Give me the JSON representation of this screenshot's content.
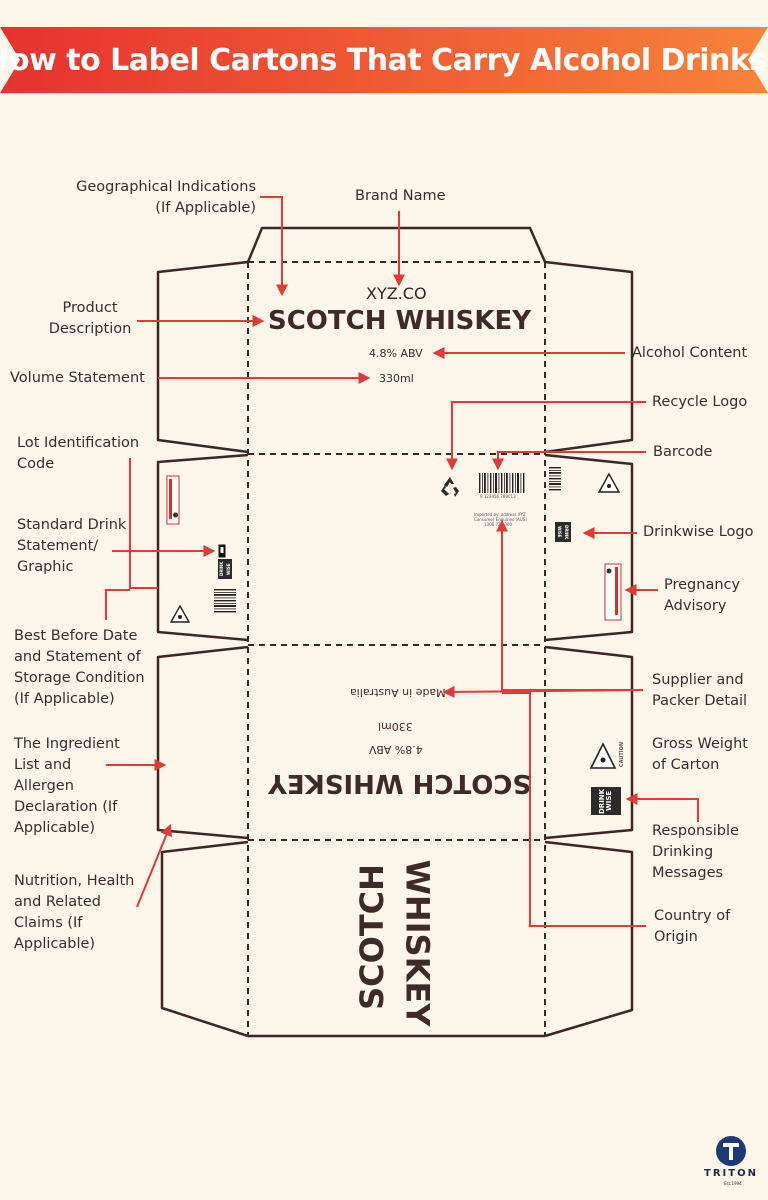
{
  "title": "How to Label Cartons That Carry Alcohol Drinks?",
  "colors": {
    "accent_red": "#e03a3a",
    "banner_orange": "#f47a3c",
    "outline_brown": "#3d2626",
    "background": "#fbf5ea"
  },
  "carton": {
    "brand": "XYZ.CO",
    "product": "SCOTCH WHISKEY",
    "abv": "4.8% ABV",
    "volume": "330ml",
    "made_in": "Made in Australia",
    "side_word_1": "SCOTCH",
    "side_word_2": "WHISKEY",
    "drinkwise": "DRINK WISE",
    "caution": "CAUTION",
    "importer": "Imported by: address XYZ",
    "importer_line2": "Consumer Enquiries (AUS)",
    "importer_line3": "1300 721 300",
    "barcode_digits": "9 123456 789013"
  },
  "labels": {
    "geo_1": "Geographical Indications",
    "geo_2": "(If Applicable)",
    "brand_name": "Brand Name",
    "product_1": "Product",
    "product_2": "Description",
    "alcohol_content": "Alcohol Content",
    "volume_statement": "Volume Statement",
    "recycle_logo": "Recycle Logo",
    "lot_1": "Lot Identification",
    "lot_2": "Code",
    "barcode": "Barcode",
    "std_1": "Standard Drink",
    "std_2": "Statement/",
    "std_3": "Graphic",
    "drinkwise_logo": "Drinkwise Logo",
    "pregnancy_1": "Pregnancy",
    "pregnancy_2": "Advisory",
    "best_1": "Best Before Date",
    "best_2": "and Statement of",
    "best_3": "Storage Condition",
    "best_4": "(If Applicable)",
    "supplier_1": "Supplier and",
    "supplier_2": "Packer Detail",
    "ingredient_1": "The Ingredient",
    "ingredient_2": "List and",
    "ingredient_3": "Allergen",
    "ingredient_4": "Declaration (If",
    "ingredient_5": "Applicable)",
    "gross_1": "Gross Weight",
    "gross_2": "of Carton",
    "responsible_1": "Responsible",
    "responsible_2": "Drinking",
    "responsible_3": "Messages",
    "nutrition_1": "Nutrition, Health",
    "nutrition_2": "and Related",
    "nutrition_3": "Claims (If",
    "nutrition_4": "Applicable)",
    "country_1": "Country of",
    "country_2": "Origin"
  },
  "logo": {
    "name": "TRITON",
    "sub": "Est.1994"
  }
}
